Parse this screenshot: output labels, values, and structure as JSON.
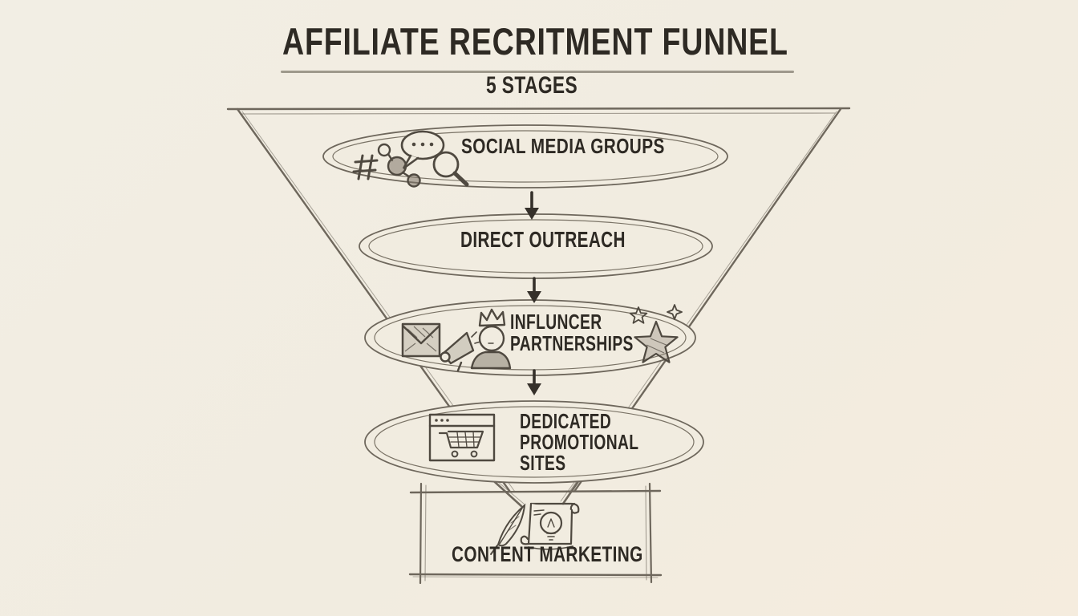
{
  "title": "AFFILIATE RECRITMENT FUNNEL",
  "subtitle": "5 STAGES",
  "funnel": {
    "stage_count": 5,
    "stages": [
      {
        "label": "SOCIAL MEDIA GROUPS",
        "shape": "ellipse",
        "icons": [
          "hashtag-icon",
          "network-nodes-icon",
          "speech-bubble-icon",
          "magnifier-icon"
        ]
      },
      {
        "label": "DIRECT OUTREACH",
        "shape": "ellipse",
        "icons": []
      },
      {
        "label": "INFLUNCER\nPARTNERSHIPS",
        "shape": "ellipse",
        "icons": [
          "envelope-icon",
          "megaphone-icon",
          "crowned-person-icon",
          "stars-icon"
        ]
      },
      {
        "label": "DEDICATED\nPROMOTIONAL\nSITES",
        "shape": "ellipse",
        "icons": [
          "browser-cart-icon"
        ]
      },
      {
        "label": "CONTENT MARKETING",
        "shape": "rectangle",
        "icons": [
          "quill-icon",
          "scroll-lightbulb-icon"
        ]
      }
    ]
  },
  "colors": {
    "background": "#f1ece0",
    "ink_text": "#2e2a24",
    "pencil_line": "#6e675c",
    "icon_stroke": "#4f4940",
    "arrow": "#35302a"
  }
}
